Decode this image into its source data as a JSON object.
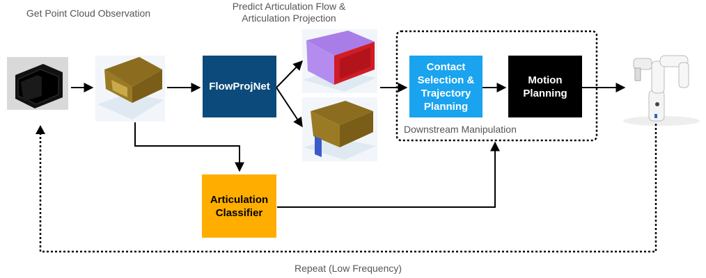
{
  "captions": {
    "observe": "Get Point Cloud Observation",
    "predict_line1": "Predict Articulation Flow &",
    "predict_line2": "Articulation Projection",
    "downstream": "Downstream Manipulation",
    "repeat": "Repeat (Low Frequency)"
  },
  "boxes": {
    "flowprojnet": "FlowProjNet",
    "contact_line1": "Contact",
    "contact_line2": "Selection &",
    "contact_line3": "Trajectory",
    "contact_line4": "Planning",
    "motion_line1": "Motion",
    "motion_line2": "Planning",
    "classifier_line1": "Articulation",
    "classifier_line2": "Classifier"
  },
  "colors": {
    "flowprojnet": "#0b4a7a",
    "contact": "#1aa3ee",
    "motion": "#000000",
    "classifier": "#ffae00",
    "pointcloud": "#8c6d1f",
    "flow": "#a97de8",
    "projection": "#d01c25",
    "plot_floor": "#dfe9f2"
  },
  "icons": [
    "microwave-icon",
    "robot-arm-icon"
  ]
}
